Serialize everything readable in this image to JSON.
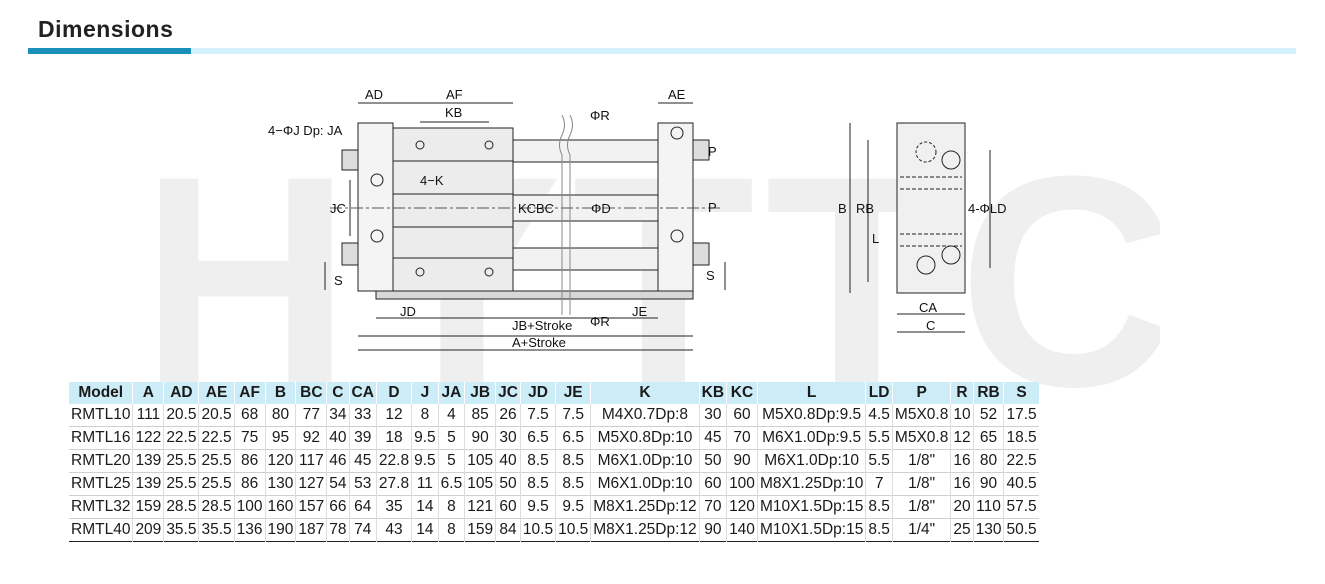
{
  "page": {
    "title": "Dimensions"
  },
  "watermark": {
    "text": "HYTTC"
  },
  "drawing_labels": {
    "ad": "AD",
    "af": "AF",
    "ae": "AE",
    "kb": "KB",
    "phi_r_top": "ΦR",
    "holes": "4−ΦJ Dp: JA",
    "k": "4−K",
    "jc": "JC",
    "kc": "KC",
    "bc": "BC",
    "phi_d": "ΦD",
    "p_top": "P",
    "p_mid": "P",
    "s_left": "S",
    "s_right": "S",
    "jd": "JD",
    "jb_stroke": "JB+Stroke",
    "phi_r_bottom": "ΦR",
    "je": "JE",
    "a_stroke": "A+Stroke",
    "b": "B",
    "rb": "RB",
    "l": "L",
    "ld": "4-ΦLD",
    "ca": "CA",
    "c": "C"
  },
  "table": {
    "columns": [
      "Model",
      "A",
      "AD",
      "AE",
      "AF",
      "B",
      "BC",
      "C",
      "CA",
      "D",
      "J",
      "JA",
      "JB",
      "JC",
      "JD",
      "JE",
      "K",
      "KB",
      "KC",
      "L",
      "LD",
      "P",
      "R",
      "RB",
      "S"
    ],
    "rows": [
      [
        "RMTL10",
        "111",
        "20.5",
        "20.5",
        "68",
        "80",
        "77",
        "34",
        "33",
        "12",
        "8",
        "4",
        "85",
        "26",
        "7.5",
        "7.5",
        "M4X0.7Dp:8",
        "30",
        "60",
        "M5X0.8Dp:9.5",
        "4.5",
        "M5X0.8",
        "10",
        "52",
        "17.5"
      ],
      [
        "RMTL16",
        "122",
        "22.5",
        "22.5",
        "75",
        "95",
        "92",
        "40",
        "39",
        "18",
        "9.5",
        "5",
        "90",
        "30",
        "6.5",
        "6.5",
        "M5X0.8Dp:10",
        "45",
        "70",
        "M6X1.0Dp:9.5",
        "5.5",
        "M5X0.8",
        "12",
        "65",
        "18.5"
      ],
      [
        "RMTL20",
        "139",
        "25.5",
        "25.5",
        "86",
        "120",
        "117",
        "46",
        "45",
        "22.8",
        "9.5",
        "5",
        "105",
        "40",
        "8.5",
        "8.5",
        "M6X1.0Dp:10",
        "50",
        "90",
        "M6X1.0Dp:10",
        "5.5",
        "1/8\"",
        "16",
        "80",
        "22.5"
      ],
      [
        "RMTL25",
        "139",
        "25.5",
        "25.5",
        "86",
        "130",
        "127",
        "54",
        "53",
        "27.8",
        "11",
        "6.5",
        "105",
        "50",
        "8.5",
        "8.5",
        "M6X1.0Dp:10",
        "60",
        "100",
        "M8X1.25Dp:10",
        "7",
        "1/8\"",
        "16",
        "90",
        "40.5"
      ],
      [
        "RMTL32",
        "159",
        "28.5",
        "28.5",
        "100",
        "160",
        "157",
        "66",
        "64",
        "35",
        "14",
        "8",
        "121",
        "60",
        "9.5",
        "9.5",
        "M8X1.25Dp:12",
        "70",
        "120",
        "M10X1.5Dp:15",
        "8.5",
        "1/8\"",
        "20",
        "110",
        "57.5"
      ],
      [
        "RMTL40",
        "209",
        "35.5",
        "35.5",
        "136",
        "190",
        "187",
        "78",
        "74",
        "43",
        "14",
        "8",
        "159",
        "84",
        "10.5",
        "10.5",
        "M8X1.25Dp:12",
        "90",
        "140",
        "M10X1.5Dp:15",
        "8.5",
        "1/4\"",
        "25",
        "130",
        "50.5"
      ]
    ]
  }
}
